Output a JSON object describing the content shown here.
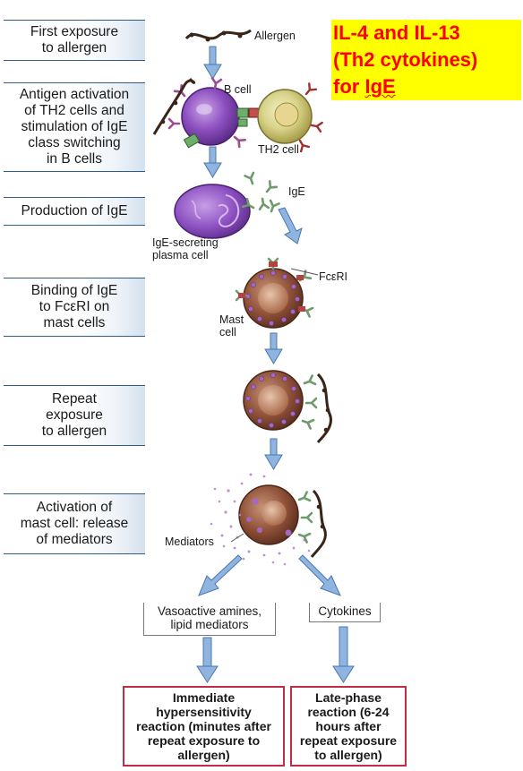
{
  "steps": [
    "First exposure\nto allergen",
    "Antigen activation\nof TH2 cells and\nstimulation of IgE\nclass switching\nin B cells",
    "Production of IgE",
    "Binding of IgE\nto FcεRI on\nmast cells",
    "Repeat\nexposure\nto allergen",
    "Activation of\nmast cell: release\nof mediators"
  ],
  "labels": {
    "allergen": "Allergen",
    "b_cell": "B cell",
    "th2_cell": "TH2 cell",
    "ige": "IgE",
    "plasma_cell": "IgE-secreting\nplasma cell",
    "fceri": "FcεRI",
    "mast_cell": "Mast\ncell",
    "mediators": "Mediators"
  },
  "annotation": {
    "line1": "IL-4 and IL-13",
    "line2": "(Th2 cytokines)",
    "line3_prefix": "for ",
    "line3_word": "IgE"
  },
  "branches": {
    "left": "Vasoactive amines,\nlipid mediators",
    "right": "Cytokines"
  },
  "outcomes": {
    "immediate": "Immediate\nhypersensitivity\nreaction (minutes after\nrepeat exposure to\nallergen)",
    "late": "Late-phase\nreaction (6-24\nhours after\nrepeat exposure\nto allergen)"
  },
  "colors": {
    "arrow": "#8fb4df",
    "arrow_edge": "#4a78b0",
    "outcome_border": "#c12c46",
    "note_bg": "#ffff00",
    "note_text": "#ff0000"
  }
}
